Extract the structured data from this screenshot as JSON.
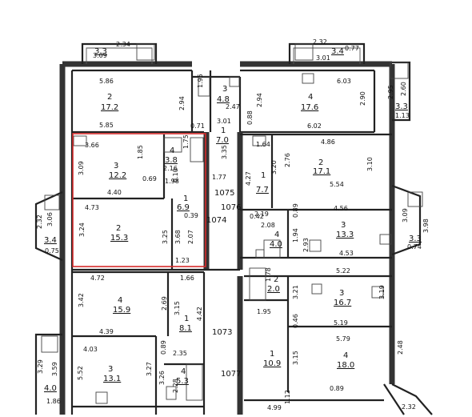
{
  "floor_plan": {
    "highlight_color": "#d62b2b",
    "wall_color": "#222222",
    "rooms": [
      {
        "id": "r1",
        "number": "2",
        "area": "17.2"
      },
      {
        "id": "r2",
        "number": "3",
        "area": "4.8"
      },
      {
        "id": "r3",
        "number": "4",
        "area": "17.6"
      },
      {
        "id": "r4",
        "number": "1",
        "area": "7.0"
      },
      {
        "id": "r5",
        "number": "3",
        "area": "12.2"
      },
      {
        "id": "r6",
        "number": "4",
        "area": "3.8"
      },
      {
        "id": "r7",
        "number": "1",
        "area": "6.9"
      },
      {
        "id": "r8",
        "number": "2",
        "area": "15.3"
      },
      {
        "id": "r9",
        "number": "1",
        "area": "7.7"
      },
      {
        "id": "r10",
        "number": "2",
        "area": "17.1"
      },
      {
        "id": "r11",
        "number": "3",
        "area": "13.3"
      },
      {
        "id": "r12",
        "number": "4",
        "area": "4.0"
      },
      {
        "id": "r13",
        "number": "4",
        "area": "15.9"
      },
      {
        "id": "r14",
        "number": "1",
        "area": "8.1"
      },
      {
        "id": "r15",
        "number": "3",
        "area": "13.1"
      },
      {
        "id": "r16",
        "number": "4",
        "area": "5.3"
      },
      {
        "id": "r17",
        "number": "2",
        "area": "2.0"
      },
      {
        "id": "r18",
        "number": "3",
        "area": "16.7"
      },
      {
        "id": "r19",
        "number": "1",
        "area": "10.9"
      },
      {
        "id": "r20",
        "number": "4",
        "area": "18.0"
      },
      {
        "id": "b1",
        "number": "",
        "area": "3.3"
      },
      {
        "id": "b2",
        "number": "",
        "area": "3.4"
      },
      {
        "id": "b3",
        "number": "",
        "area": "3.4"
      },
      {
        "id": "b4",
        "number": "",
        "area": "3.3"
      },
      {
        "id": "b5",
        "number": "",
        "area": "3.3"
      },
      {
        "id": "b6",
        "number": "",
        "area": "4.0"
      }
    ],
    "apartment_numbers": [
      "1075",
      "1076",
      "1074",
      "1073",
      "1077"
    ],
    "dimensions": [
      "2.34",
      "3.09",
      "2.32",
      "3.01",
      "0.77",
      "5.86",
      "1.95",
      "6.03",
      "2.95",
      "2.60",
      "1.13",
      "2.94",
      "2.94",
      "2.90",
      "3.01",
      "2.47",
      "0.71",
      "5.85",
      "0.88",
      "6.02",
      "3.66",
      "1.85",
      "1.75",
      "1.64",
      "4.86",
      "3.09",
      "0.69",
      "2.16",
      "0.10",
      "1.98",
      "3.35",
      "3.20",
      "2.76",
      "3.10",
      "4.27",
      "1.77",
      "4.40",
      "5.54",
      "4.73",
      "0.39",
      "2.19",
      "0.89",
      "4.56",
      "3.06",
      "2.32",
      "3.24",
      "3.25",
      "3.68",
      "2.07",
      "2.08",
      "2.93",
      "1.94",
      "3.09",
      "3.98",
      "0.75",
      "1.23",
      "0.42",
      "4.53",
      "0.74",
      "5.22",
      "4.72",
      "1.66",
      "1.78",
      "3.42",
      "2.69",
      "3.15",
      "3.21",
      "3.19",
      "4.42",
      "1.95",
      "4.39",
      "0.46",
      "5.19",
      "4.03",
      "0.89",
      "5.79",
      "2.48",
      "2.35",
      "3.29",
      "3.59",
      "3.27",
      "5.52",
      "3.15",
      "3.26",
      "2.28",
      "1.86",
      "1.12",
      "0.89",
      "4.99",
      "2.32",
      "3.0"
    ]
  }
}
